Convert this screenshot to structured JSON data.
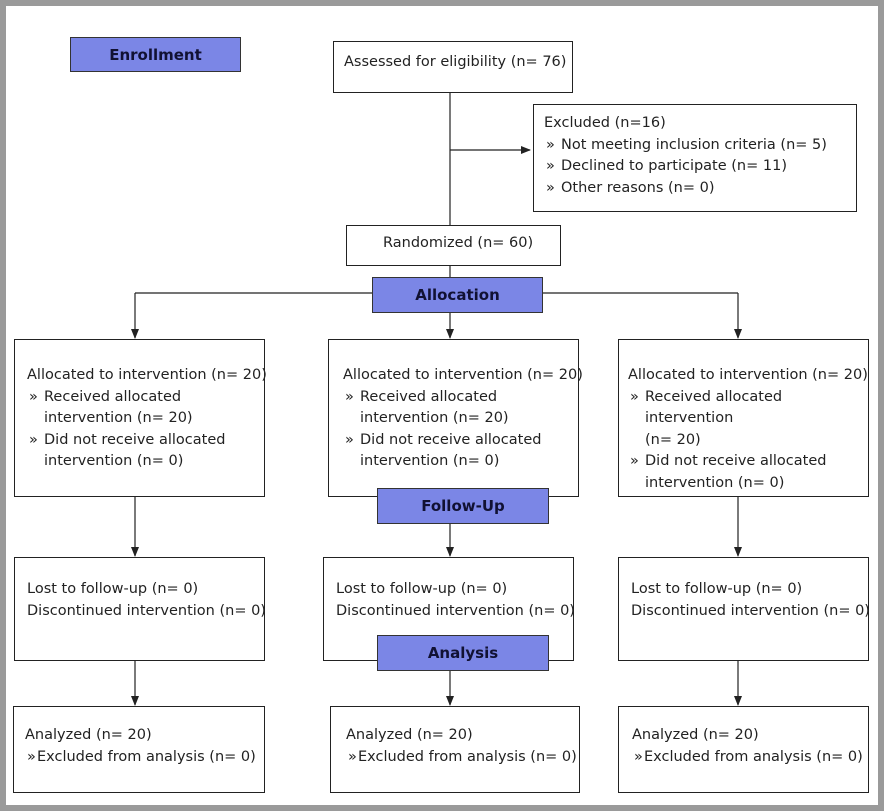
{
  "phases": {
    "enrollment": "Enrollment",
    "allocation": "Allocation",
    "followup": "Follow-Up",
    "analysis": "Analysis"
  },
  "assessed": "Assessed for eligibility (n= 76)",
  "excluded": {
    "title": "Excluded (n=16)",
    "items": [
      "Not meeting inclusion criteria (n= 5)",
      "Declined to participate (n= 11)",
      "Other reasons (n= 0)"
    ]
  },
  "randomized": "Randomized (n= 60)",
  "arms": [
    {
      "allocated": "Allocated to intervention (n= 20)",
      "received": [
        "Received allocated",
        "intervention (n= 20)"
      ],
      "not_received": [
        "Did not receive allocated",
        "intervention (n= 0)"
      ],
      "lost": "Lost to follow-up (n= 0)",
      "discontinued": "Discontinued intervention (n= 0)",
      "analyzed": "Analyzed (n= 20)",
      "excluded_analysis": "Excluded from analysis (n= 0)"
    },
    {
      "allocated": "Allocated to intervention (n= 20)",
      "received": [
        "Received allocated",
        "intervention (n= 20)"
      ],
      "not_received": [
        "Did not receive allocated",
        "intervention (n= 0)"
      ],
      "lost": "Lost to follow-up (n= 0)",
      "discontinued": "Discontinued intervention (n= 0)",
      "analyzed": "Analyzed (n= 20)",
      "excluded_analysis": "Excluded from analysis (n= 0)"
    },
    {
      "allocated": "Allocated to intervention (n= 20)",
      "received": [
        "Received allocated intervention",
        "(n= 20)"
      ],
      "not_received": [
        "Did not receive allocated",
        "intervention (n= 0)"
      ],
      "lost": "Lost to follow-up (n= 0)",
      "discontinued": "Discontinued intervention (n= 0)",
      "analyzed": "Analyzed (n= 20)",
      "excluded_analysis": "Excluded from analysis (n= 0)"
    }
  ],
  "colors": {
    "phase_label_fill": "#7b86e6",
    "border": "#222222",
    "frame": "#9a9a9a"
  }
}
